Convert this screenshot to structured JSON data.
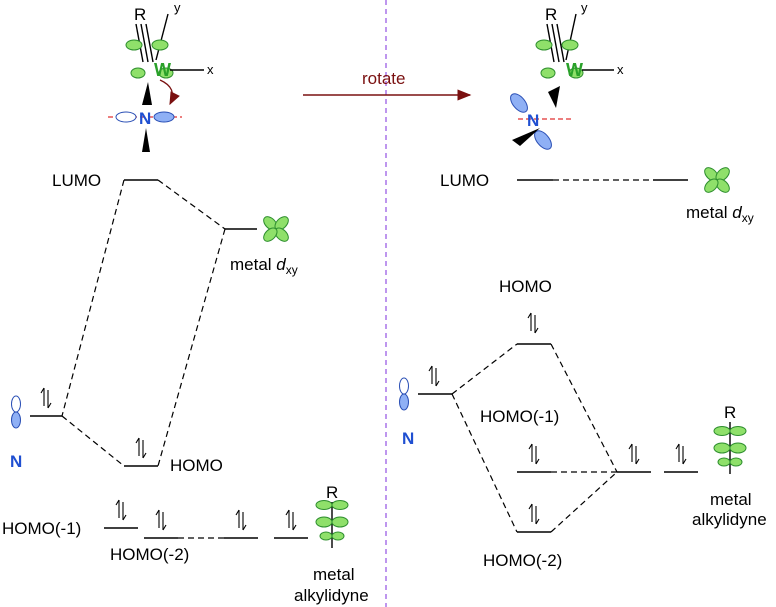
{
  "top": {
    "rotate_label": "rotate",
    "left_molecule": {
      "R": "R",
      "y": "y",
      "x": "x",
      "W": "W",
      "N": "N"
    },
    "right_molecule": {
      "R": "R",
      "y": "y",
      "x": "x",
      "W": "W",
      "N": "N"
    }
  },
  "left_panel": {
    "lumo": "LUMO",
    "homo": "HOMO",
    "homo_m1": "HOMO(-1)",
    "homo_m2": "HOMO(-2)",
    "metal_dxy_prefix": "metal ",
    "metal_dxy_d": "d",
    "metal_dxy_sub": "xy",
    "n_label": "N",
    "alkylidyne_line1": "metal",
    "alkylidyne_line2": "alkylidyne",
    "alkylidyne_R": "R"
  },
  "right_panel": {
    "lumo": "LUMO",
    "homo": "HOMO",
    "homo_m1": "HOMO(-1)",
    "homo_m2": "HOMO(-2)",
    "metal_dxy_prefix": "metal ",
    "metal_dxy_d": "d",
    "metal_dxy_sub": "xy",
    "n_label": "N",
    "alkylidyne_line1": "metal",
    "alkylidyne_line2": "alkylidyne",
    "alkylidyne_R": "R"
  },
  "colors": {
    "metal_orbital": "#8fe06a",
    "nitrogen_orbital": "#8fb0f5",
    "arrow": "#7a1010",
    "divider": "#9b5de5"
  }
}
